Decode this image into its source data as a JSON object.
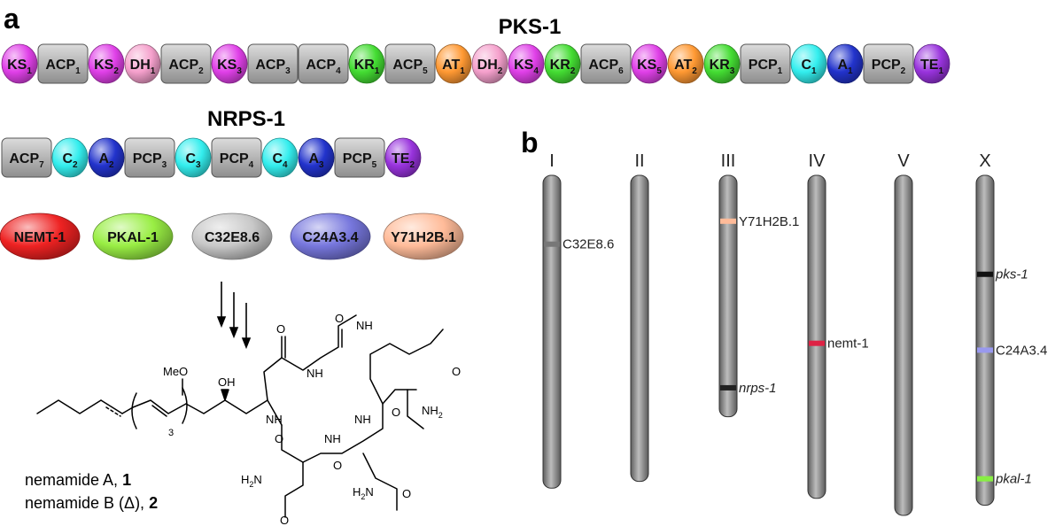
{
  "panel_a": {
    "label": "a",
    "pks_title": "PKS-1",
    "nrps_title": "NRPS-1",
    "pks_domains": [
      {
        "base": "KS",
        "sub": "1",
        "shape": "circle",
        "color": "#e040e8"
      },
      {
        "base": "ACP",
        "sub": "1",
        "shape": "box",
        "color": "#a8a8a8"
      },
      {
        "base": "KS",
        "sub": "2",
        "shape": "circle",
        "color": "#e040e8"
      },
      {
        "base": "DH",
        "sub": "1",
        "shape": "circle",
        "color": "#f5a0cc"
      },
      {
        "base": "ACP",
        "sub": "2",
        "shape": "box",
        "color": "#a8a8a8"
      },
      {
        "base": "KS",
        "sub": "3",
        "shape": "circle",
        "color": "#e040e8"
      },
      {
        "base": "ACP",
        "sub": "3",
        "shape": "box",
        "color": "#a8a8a8"
      },
      {
        "base": "ACP",
        "sub": "4",
        "shape": "box",
        "color": "#a8a8a8"
      },
      {
        "base": "KR",
        "sub": "1",
        "shape": "circle",
        "color": "#44dd33"
      },
      {
        "base": "ACP",
        "sub": "5",
        "shape": "box",
        "color": "#a8a8a8"
      },
      {
        "base": "AT",
        "sub": "1",
        "shape": "circle",
        "color": "#ff9933"
      },
      {
        "base": "DH",
        "sub": "2",
        "shape": "circle",
        "color": "#f5a0cc"
      },
      {
        "base": "KS",
        "sub": "4",
        "shape": "circle",
        "color": "#e040e8"
      },
      {
        "base": "KR",
        "sub": "2",
        "shape": "circle",
        "color": "#44dd33"
      },
      {
        "base": "ACP",
        "sub": "6",
        "shape": "box",
        "color": "#a8a8a8"
      },
      {
        "base": "KS",
        "sub": "5",
        "shape": "circle",
        "color": "#e040e8"
      },
      {
        "base": "AT",
        "sub": "2",
        "shape": "circle",
        "color": "#ff9933"
      },
      {
        "base": "KR",
        "sub": "3",
        "shape": "circle",
        "color": "#44dd33"
      },
      {
        "base": "PCP",
        "sub": "1",
        "shape": "box",
        "color": "#a8a8a8"
      },
      {
        "base": "C",
        "sub": "1",
        "shape": "circle",
        "color": "#33eeee"
      },
      {
        "base": "A",
        "sub": "1",
        "shape": "circle",
        "color": "#2233cc"
      },
      {
        "base": "PCP",
        "sub": "2",
        "shape": "box",
        "color": "#a8a8a8"
      },
      {
        "base": "TE",
        "sub": "1",
        "shape": "circle",
        "color": "#9933dd"
      }
    ],
    "nrps_domains": [
      {
        "base": "ACP",
        "sub": "7",
        "shape": "box",
        "color": "#a8a8a8"
      },
      {
        "base": "C",
        "sub": "2",
        "shape": "circle",
        "color": "#33eeee"
      },
      {
        "base": "A",
        "sub": "2",
        "shape": "circle",
        "color": "#2233cc"
      },
      {
        "base": "PCP",
        "sub": "3",
        "shape": "box",
        "color": "#a8a8a8"
      },
      {
        "base": "C",
        "sub": "3",
        "shape": "circle",
        "color": "#33eeee"
      },
      {
        "base": "PCP",
        "sub": "4",
        "shape": "box",
        "color": "#a8a8a8"
      },
      {
        "base": "C",
        "sub": "4",
        "shape": "circle",
        "color": "#33eeee"
      },
      {
        "base": "A",
        "sub": "3",
        "shape": "circle",
        "color": "#2233cc"
      },
      {
        "base": "PCP",
        "sub": "5",
        "shape": "box",
        "color": "#a8a8a8"
      },
      {
        "base": "TE",
        "sub": "2",
        "shape": "circle",
        "color": "#9933dd"
      }
    ],
    "enzymes": [
      {
        "label": "NEMT-1",
        "color": "#ee2222"
      },
      {
        "label": "PKAL-1",
        "color": "#99ee44"
      },
      {
        "label": "C32E8.6",
        "color": "#c8c8c8"
      },
      {
        "label": "C24A3.4",
        "color": "#7777dd"
      },
      {
        "label": "Y71H2B.1",
        "color": "#ffbb99"
      }
    ],
    "structure": {
      "atoms": {
        "MeO": "MeO",
        "OH": "OH",
        "NH": "NH",
        "NH2": "NH",
        "NH2_sub": "2",
        "H2N": "H",
        "H2N_sub": "2",
        "H2N_N": "N",
        "O": "O",
        "repeat": "3"
      },
      "caption_1_name": "nemamide A, ",
      "caption_1_num": "1",
      "caption_2_name": "nemamide B (Δ), ",
      "caption_2_num": "2"
    }
  },
  "panel_b": {
    "label": "b",
    "chromosomes": [
      {
        "name": "I",
        "length": 0.92,
        "genes": [
          {
            "label": "C32E8.6",
            "pos": 0.22,
            "color": "#777777",
            "italic": false
          }
        ]
      },
      {
        "name": "II",
        "length": 0.9,
        "genes": []
      },
      {
        "name": "III",
        "length": 0.71,
        "genes": [
          {
            "label": "Y71H2B.1",
            "pos": 0.19,
            "color": "#ffbb99",
            "italic": false
          },
          {
            "label": "nrps-1",
            "pos": 0.88,
            "color": "#222222",
            "italic": true
          }
        ]
      },
      {
        "name": "IV",
        "length": 0.95,
        "genes": [
          {
            "label": "nemt-1",
            "pos": 0.52,
            "color": "#dd2244",
            "italic": false
          }
        ]
      },
      {
        "name": "V",
        "length": 1.0,
        "genes": []
      },
      {
        "name": "X",
        "length": 0.97,
        "genes": [
          {
            "label": "pks-1",
            "pos": 0.3,
            "color": "#111111",
            "italic": true
          },
          {
            "label": "C24A3.4",
            "pos": 0.53,
            "color": "#9999ee",
            "italic": false
          },
          {
            "label": "pkal-1",
            "pos": 0.92,
            "color": "#88ee44",
            "italic": true
          }
        ]
      }
    ]
  }
}
